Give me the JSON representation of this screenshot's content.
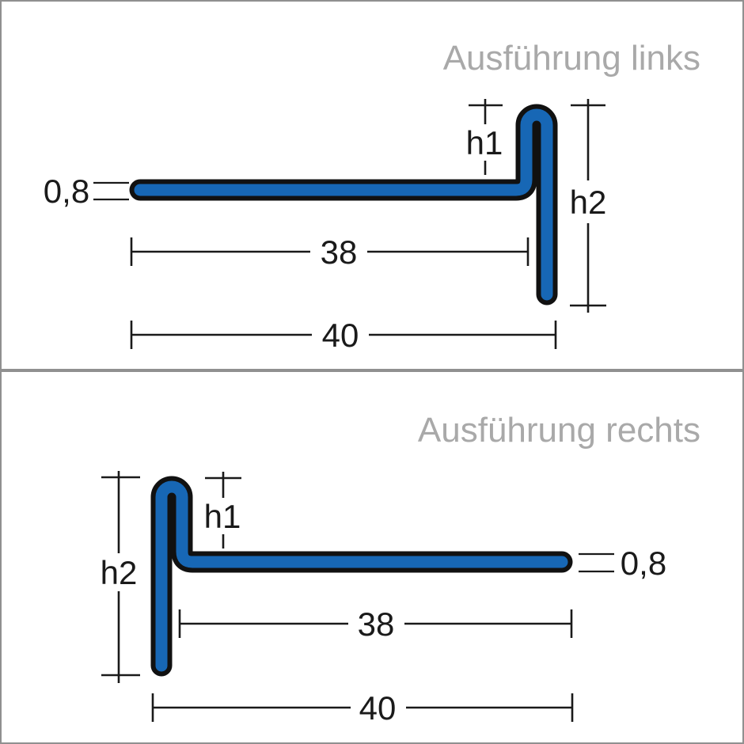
{
  "colors": {
    "profile_fill": "#1767b5",
    "profile_outline": "#111111",
    "dimension_color": "#1a1a1a",
    "title_color": "#a9a9a9",
    "panel_border": "#909090",
    "background": "#ffffff"
  },
  "panels": [
    {
      "id": "links",
      "title": "Ausführung links",
      "labels": {
        "thickness": "0,8",
        "h1": "h1",
        "h2": "h2",
        "width_inner": "38",
        "width_outer": "40"
      }
    },
    {
      "id": "rechts",
      "title": "Ausführung rechts",
      "labels": {
        "thickness": "0,8",
        "h1": "h1",
        "h2": "h2",
        "width_inner": "38",
        "width_outer": "40"
      }
    }
  ]
}
